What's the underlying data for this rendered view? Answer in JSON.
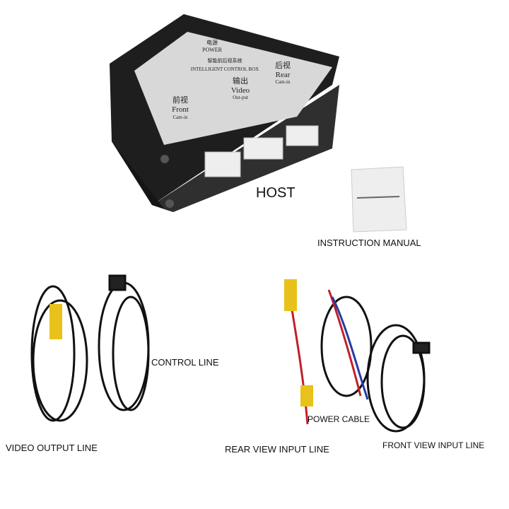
{
  "labels": {
    "host": "HOST",
    "manual": "INSTRUCTION MANUAL",
    "control_line": "CONTROL LINE",
    "video_output_line": "VIDEO OUTPUT LINE",
    "power_cable": "POWER CABLE",
    "rear_view_input_line": "REAR VIEW INPUT LINE",
    "front_view_input_line": "FRONT VIEW INPUT LINE"
  },
  "sticker": {
    "power_cn": "电源",
    "power": "POWER",
    "box_cn": "智能前后视系统",
    "box": "INTELLIGENT CONTROL BOX",
    "front_cn": "前视",
    "front": "Front",
    "front_sub": "Cam-in",
    "video_cn": "输出",
    "video": "Video",
    "video_sub": "Out-put",
    "rear_cn": "后视",
    "rear": "Rear",
    "rear_sub": "Cam-in"
  },
  "colors": {
    "box": "#2a2a2a",
    "sticker": "#d8d8d8",
    "rca_yellow": "#e8c21a",
    "cable": "#111111",
    "red_wire": "#c0202a",
    "blue_wire": "#2a3aa0"
  }
}
